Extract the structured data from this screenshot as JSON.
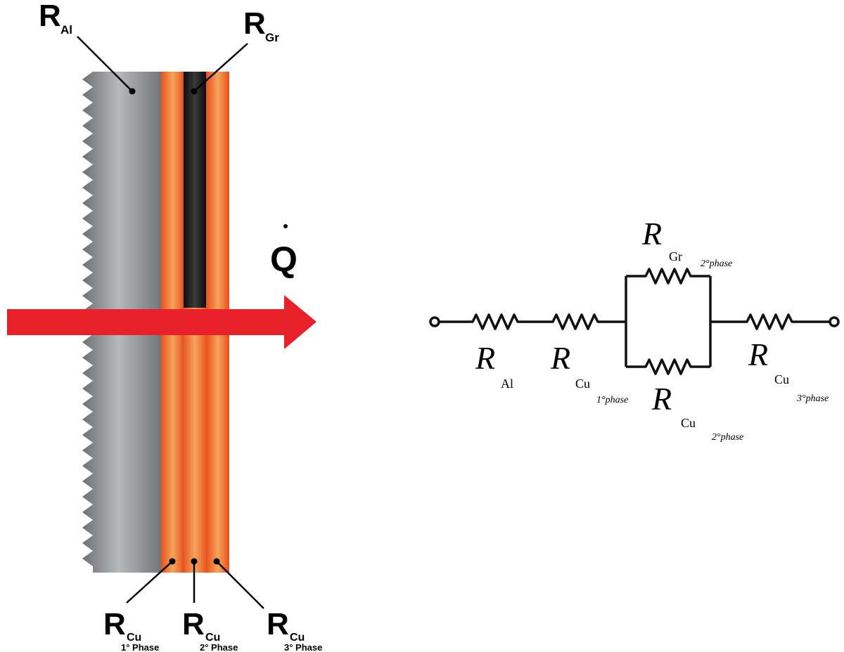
{
  "colors": {
    "aluminum": "#9a9ca0",
    "copper": "#f07a30",
    "graphite": "#1f1f1f",
    "arrow": "#e8202a"
  },
  "cross_section": {
    "heat_flow_label": "Q",
    "labels": {
      "r_al": {
        "main": "R",
        "sub": "Al"
      },
      "r_gr": {
        "main": "R",
        "sub": "Gr"
      },
      "r_cu1": {
        "main": "R",
        "sub": "Cu",
        "phase": "1° Phase"
      },
      "r_cu2": {
        "main": "R",
        "sub": "Cu",
        "phase": "2° Phase"
      },
      "r_cu3": {
        "main": "R",
        "sub": "Cu",
        "phase": "3° Phase"
      }
    }
  },
  "circuit": {
    "r_al": {
      "main": "R",
      "sub": "Al"
    },
    "r_cu1": {
      "main": "R",
      "sub": "Cu",
      "phase": "1°phase"
    },
    "r_gr": {
      "main": "R",
      "sub": "Gr",
      "phase": "2°phase"
    },
    "r_cu2": {
      "main": "R",
      "sub": "Cu",
      "phase": "2°phase"
    },
    "r_cu3": {
      "main": "R",
      "sub": "Cu",
      "phase": "3°phase"
    }
  }
}
